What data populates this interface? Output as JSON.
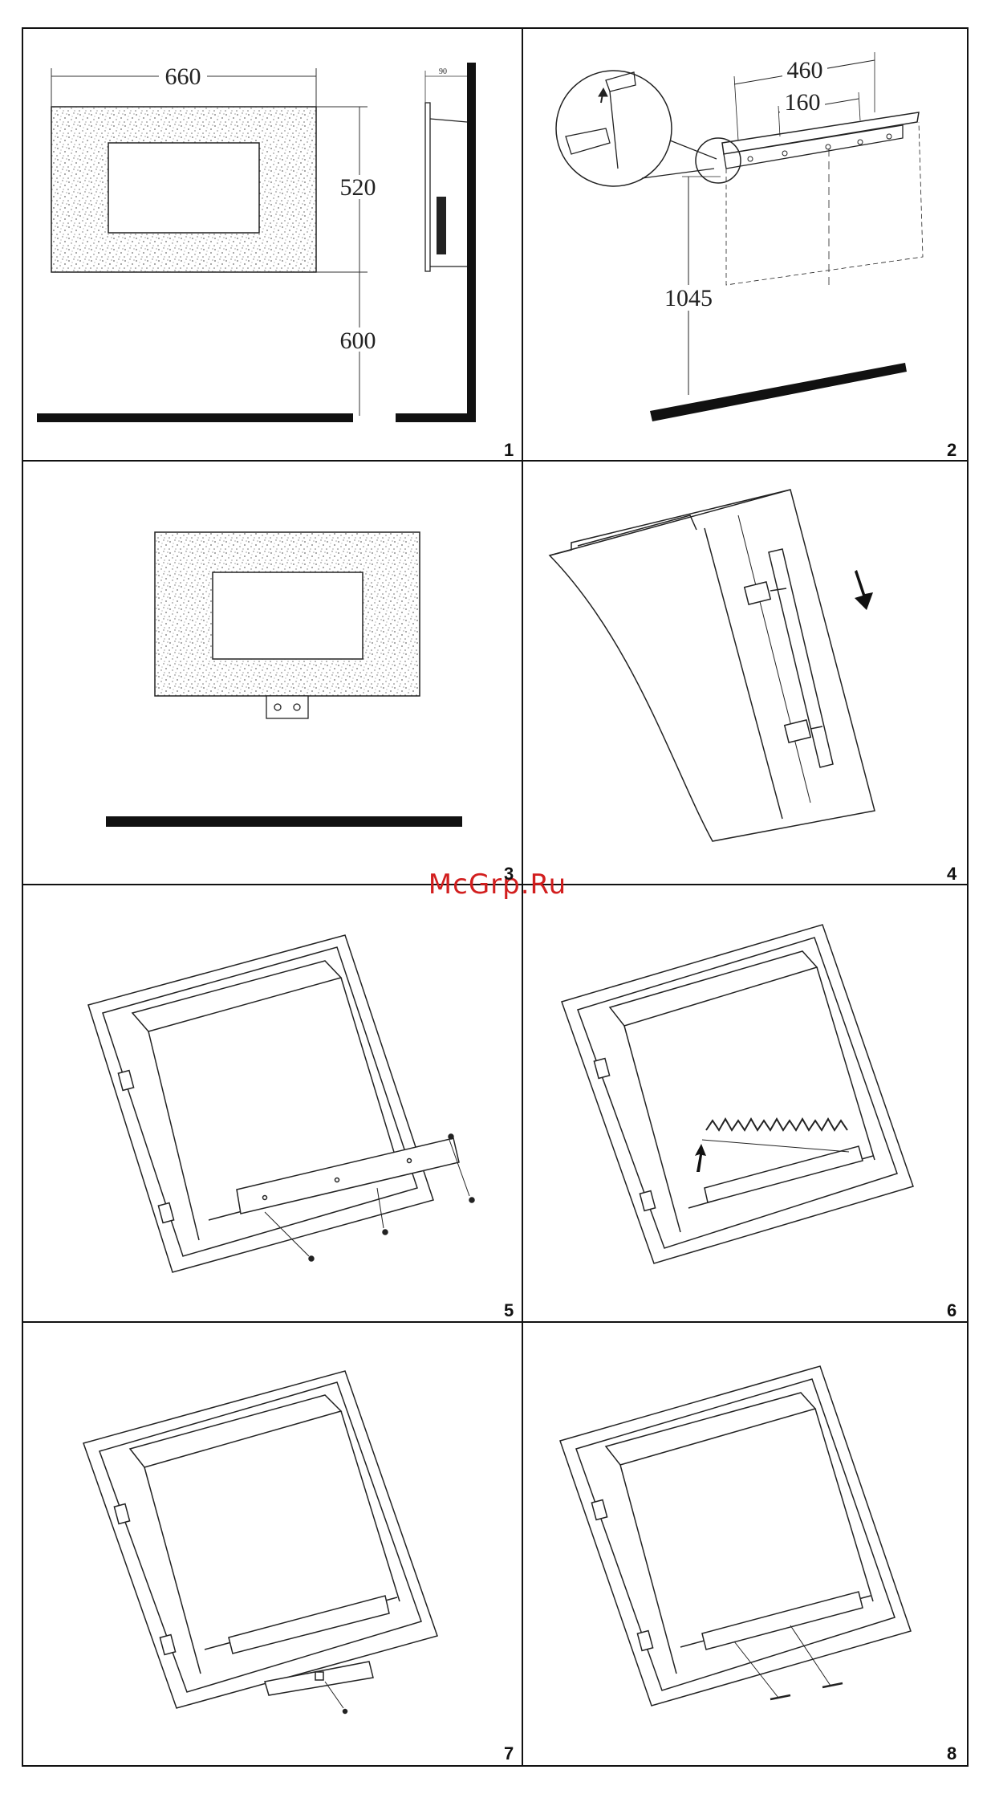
{
  "watermark": "McGrp.Ru",
  "panels": [
    {
      "number": "1",
      "dims": {
        "width": "660",
        "height": "520",
        "floor": "600",
        "depth": "90"
      }
    },
    {
      "number": "2",
      "dims": {
        "outer": "460",
        "inner": "160",
        "height": "1045"
      }
    },
    {
      "number": "3"
    },
    {
      "number": "4"
    },
    {
      "number": "5"
    },
    {
      "number": "6"
    },
    {
      "number": "7"
    },
    {
      "number": "8"
    }
  ],
  "colors": {
    "watermark": "#d21e1e",
    "line": "#111111",
    "stipple": "#7a7a7a"
  }
}
